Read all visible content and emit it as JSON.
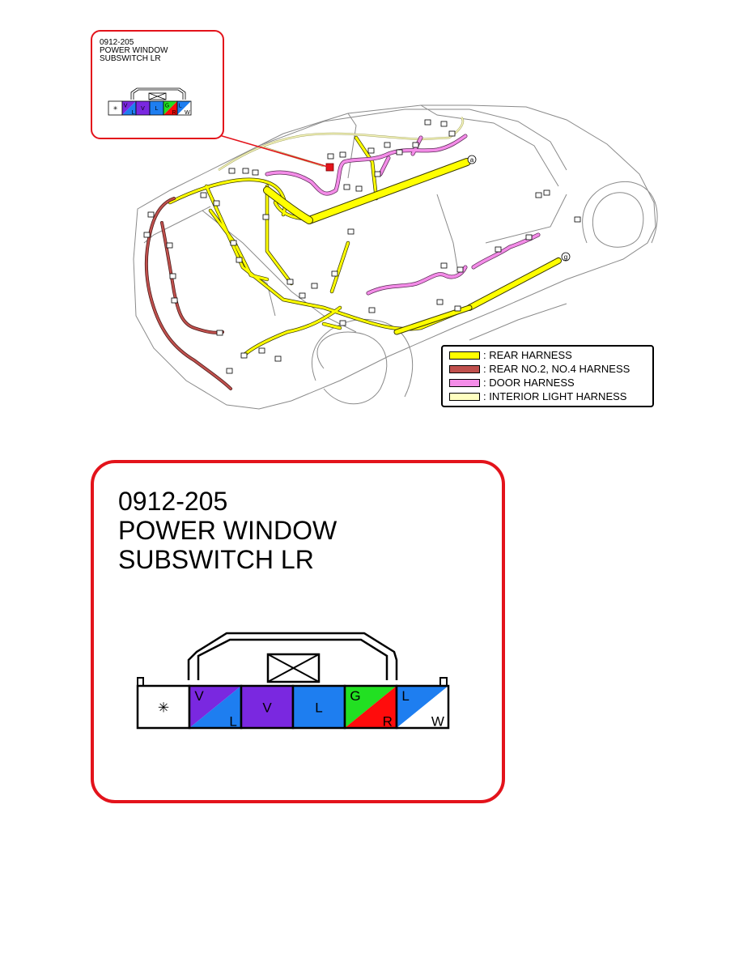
{
  "callout_small": {
    "code": "0912-205",
    "title_line1": "POWER WINDOW",
    "title_line2": "SUBSWITCH LR"
  },
  "callout_large": {
    "code": "0912-205",
    "title_line1": "POWER WINDOW",
    "title_line2": "SUBSWITCH LR"
  },
  "connector": {
    "pins": [
      {
        "symbol": "✳",
        "top_label": "",
        "bottom_label": "",
        "colors": [
          "#ffffff"
        ]
      },
      {
        "symbol": "",
        "top_label": "V",
        "bottom_label": "L",
        "colors": [
          "#7a28e0",
          "#1e7ef0"
        ]
      },
      {
        "symbol": "",
        "top_label": "V",
        "bottom_label": "",
        "colors": [
          "#7a28e0"
        ]
      },
      {
        "symbol": "",
        "top_label": "L",
        "bottom_label": "",
        "colors": [
          "#1e7ef0"
        ]
      },
      {
        "symbol": "",
        "top_label": "G",
        "bottom_label": "R",
        "colors": [
          "#22e022",
          "#ff0c0c"
        ]
      },
      {
        "symbol": "",
        "top_label": "L",
        "bottom_label": "W",
        "colors": [
          "#1e7ef0",
          "#ffffff"
        ]
      }
    ]
  },
  "markers": {
    "a": "a",
    "g": "g"
  },
  "legend": [
    {
      "label": ": REAR HARNESS",
      "color": "#ffff00"
    },
    {
      "label": ": REAR NO.2, NO.4 HARNESS",
      "color": "#c0504d"
    },
    {
      "label": ": DOOR HARNESS",
      "color": "#f48ce8"
    },
    {
      "label": ": INTERIOR LIGHT HARNESS",
      "color": "#ffffc0"
    }
  ]
}
